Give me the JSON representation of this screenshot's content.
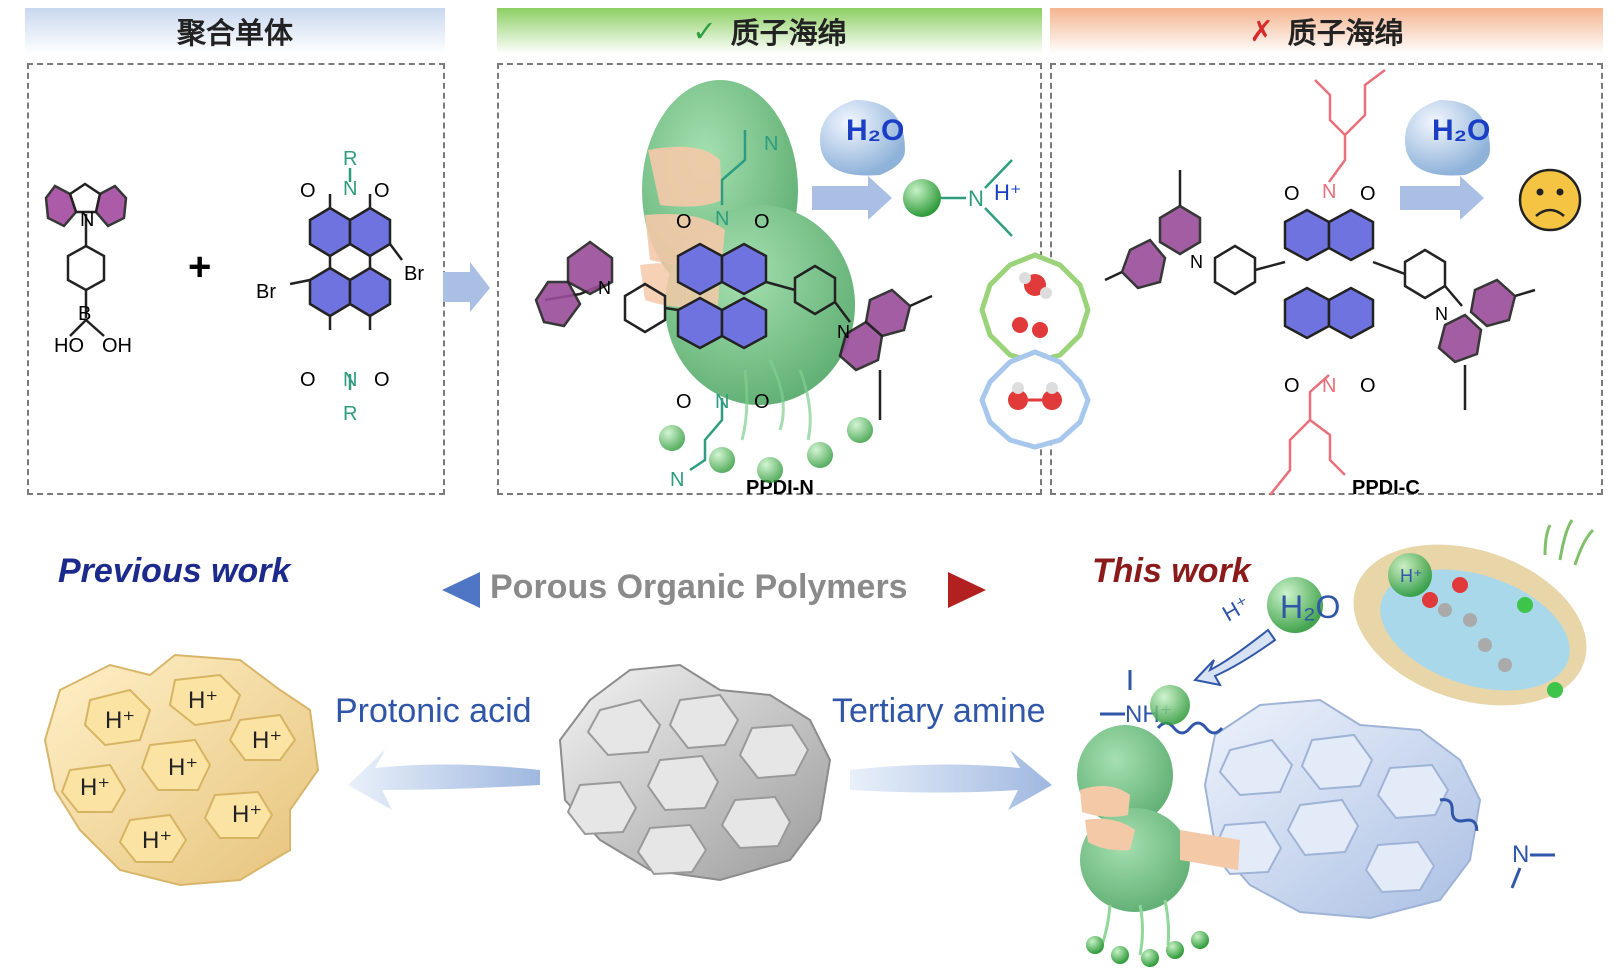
{
  "headers": {
    "monomer": "聚合单体",
    "proton_sponge_yes": {
      "mark": "✓",
      "label": "质子海绵"
    },
    "proton_sponge_no": {
      "mark": "✗",
      "label": "质子海绵"
    }
  },
  "chem_labels": {
    "n": "N",
    "b": "B",
    "ho": "HO",
    "oh": "OH",
    "br": "Br",
    "r": "R",
    "o": "O",
    "plus": "+",
    "h2o": "H₂O",
    "h_plus": "H⁺",
    "nh_plus": "NH⁺"
  },
  "polymer_names": {
    "n": "PPDI-N",
    "c": "PPDI-C"
  },
  "captions": {
    "previous_work": "Previous work",
    "this_work": "This work",
    "porous_organic_polymers": "Porous Organic Polymers",
    "protonic_acid": "Protonic acid",
    "tertiary_amine": "Tertiary amine"
  },
  "colors": {
    "carbazole": "#8e3a8c",
    "perylene": "#5b5fd6",
    "amine_chain": "#2e9d7f",
    "alkyl_chain": "#e8707a",
    "sponge": "#6cc07f",
    "check": "#2ea043",
    "cross": "#d62b2b",
    "previous_text": "#1c2a8c",
    "this_text": "#8b1a1a",
    "pop_text": "#8a8a8a",
    "label_blue": "#2f56a8"
  },
  "icons": [
    "check-icon",
    "cross-icon",
    "water-droplet-icon",
    "sad-face-icon",
    "hand-sponge-icon",
    "honeycomb-icon",
    "arrow-icon"
  ]
}
